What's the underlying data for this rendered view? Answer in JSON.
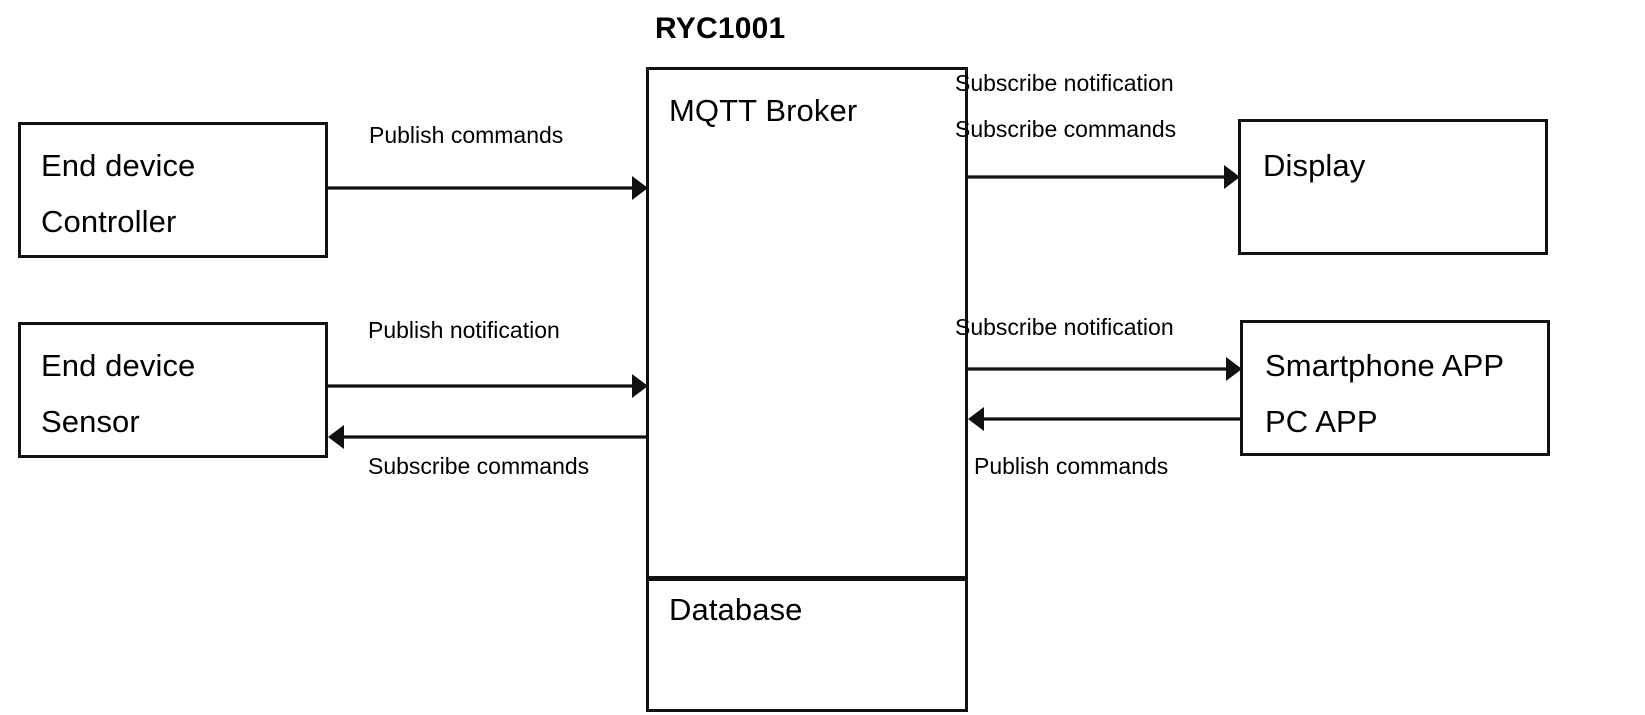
{
  "diagram": {
    "title": "RYC1001",
    "type": "architecture-block-diagram",
    "background_color": "#ffffff",
    "stroke_color": "#111111"
  },
  "nodes": {
    "end_device_controller": {
      "line1": "End device",
      "line2": "Controller"
    },
    "end_device_sensor": {
      "line1": "End device",
      "line2": "Sensor"
    },
    "mqtt_broker": {
      "label": "MQTT Broker"
    },
    "database": {
      "label": "Database"
    },
    "display": {
      "label": "Display"
    },
    "apps": {
      "line1": "Smartphone APP",
      "line2": "PC APP"
    }
  },
  "edges": {
    "controller_to_broker": "Publish commands",
    "sensor_to_broker": "Publish notification",
    "broker_to_sensor": "Subscribe commands",
    "broker_to_display_notification": "Subscribe notification",
    "broker_to_display_commands": "Subscribe commands",
    "broker_to_apps": "Subscribe notification",
    "apps_to_broker": "Publish commands"
  }
}
